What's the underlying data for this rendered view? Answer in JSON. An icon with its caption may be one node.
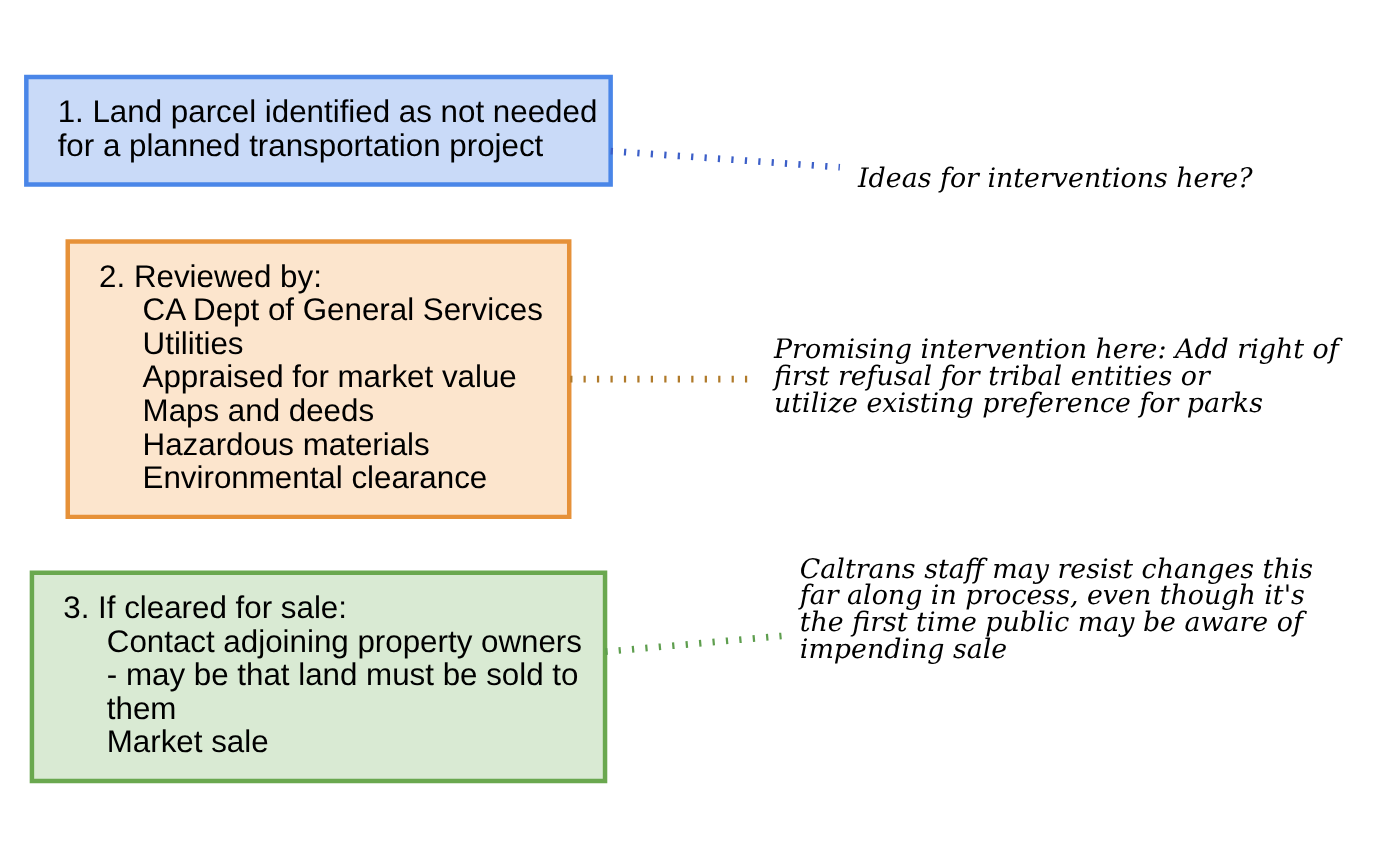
{
  "diagram": {
    "nodes": [
      {
        "text": [
          "1. Land parcel identified as not needed for a planned transportation project"
        ]
      },
      {
        "text": [
          "2. Reviewed by:",
          "CA Dept of General Services",
          "Utilities",
          "Appraised for market value",
          "Maps and deeds",
          "Hazardous materials",
          "Environmental clearance"
        ]
      },
      {
        "text": [
          "3. If cleared for sale:",
          "Contact adjoining property owners - may be that land must be sold to them",
          "Market sale"
        ]
      },
      {
        "text": [
          "Ideas for interventions here?"
        ]
      },
      {
        "text": [
          "Promising intervention here: Add right of first refusal for tribal entities or utilize existing preference for parks"
        ]
      },
      {
        "text": [
          "Caltrans staff may resist changes this far along in process, even though it's the first time public may be aware of impending sale"
        ]
      }
    ],
    "edges": [
      {
        "from": 0,
        "to": 3,
        "arrow": "none",
        "style": "dashed",
        "color": "#3c5fc8"
      },
      {
        "from": 1,
        "to": 4,
        "arrow": "none",
        "style": "dashed",
        "color": "#b07a2a"
      },
      {
        "from": 2,
        "to": 5,
        "arrow": "none",
        "style": "dashed",
        "color": "#5e9e4e"
      }
    ]
  }
}
